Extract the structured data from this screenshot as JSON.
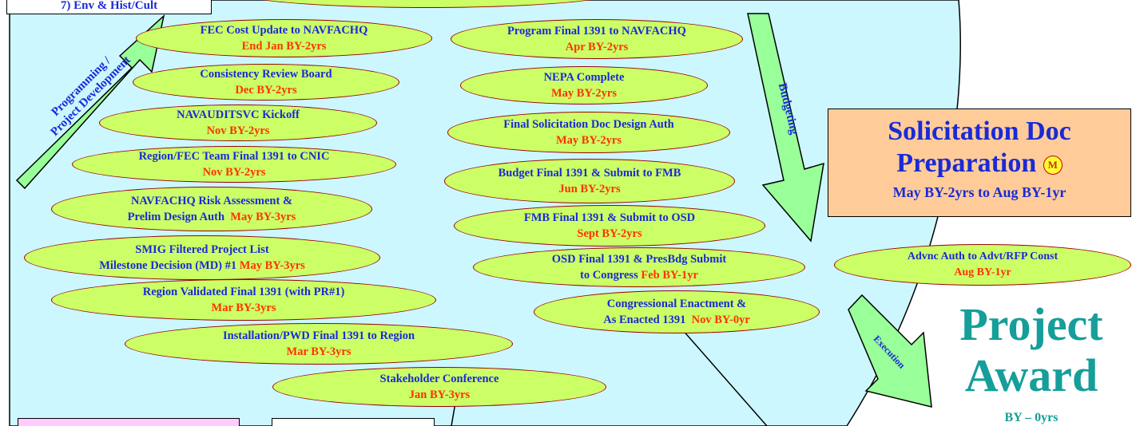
{
  "top_boxes": {
    "left_partial_text": "7) Env & Hist/Cult",
    "center_partial_text": ""
  },
  "arrows": {
    "programming_line1": "Programming /",
    "programming_line2": "Project Development",
    "budgeting": "Budgeting",
    "execution": "Execution"
  },
  "left_column": [
    {
      "title": "FEC Cost Update to NAVFACHQ",
      "date": "End Jan BY-2yrs"
    },
    {
      "title": "Consistency Review Board",
      "date": "Dec BY-2yrs"
    },
    {
      "title": "NAVAUDITSVC Kickoff",
      "date": "Nov BY-2yrs"
    },
    {
      "title": "Region/FEC Team Final 1391 to CNIC",
      "date": "Nov BY-2yrs"
    },
    {
      "title": "NAVFACHQ Risk Assessment &",
      "title2": "Prelim Design Auth",
      "date": "May BY-3yrs"
    },
    {
      "title": "SMIG Filtered Project List",
      "title2": "Milestone Decision (MD) #1",
      "date": "May BY-3yrs"
    },
    {
      "title": "Region Validated Final 1391 (with PR#1)",
      "date": "Mar BY-3yrs"
    },
    {
      "title": "Installation/PWD Final 1391 to Region",
      "date": "Mar BY-3yrs"
    },
    {
      "title": "Stakeholder Conference",
      "date": "Jan BY-3yrs"
    }
  ],
  "middle_column": [
    {
      "title": "Program Final 1391 to NAVFACHQ",
      "date": "Apr BY-2yrs"
    },
    {
      "title": "NEPA Complete",
      "date": "May BY-2yrs"
    },
    {
      "title": "Final Solicitation Doc Design Auth",
      "date": "May BY-2yrs"
    },
    {
      "title": "Budget Final 1391 & Submit to FMB",
      "date": "Jun BY-2yrs"
    },
    {
      "title": "FMB Final 1391 & Submit to OSD",
      "date": "Sept BY-2yrs"
    },
    {
      "title": "OSD Final 1391 & PresBdg Submit",
      "title2": "to Congress",
      "date": "Feb BY-1yr"
    },
    {
      "title": "Congressional Enactment &",
      "title2": "As Enacted 1391",
      "date": "Nov BY-0yr"
    }
  ],
  "solicitation": {
    "title_line1": "Solicitation Doc",
    "title_line2": "Preparation",
    "badge": "M",
    "dates": "May BY-2yrs to Aug BY-1yr"
  },
  "advance_auth": {
    "title": "Advnc Auth to Advt/RFP Const",
    "date": "Aug BY-1yr"
  },
  "project_award": {
    "line1": "Project",
    "line2": "Award",
    "date": "BY – 0yrs"
  },
  "colors": {
    "oval_fill": "#ccff66",
    "oval_border": "#990000",
    "title_text": "#1a2ad6",
    "date_text": "#ff3300",
    "circle_fill": "#ccf7ff",
    "arrow_fill": "#99ff99",
    "solicitation_fill": "#ffcc99",
    "award_text": "#169e9a",
    "bottom_box_fill": "#ffccff"
  }
}
